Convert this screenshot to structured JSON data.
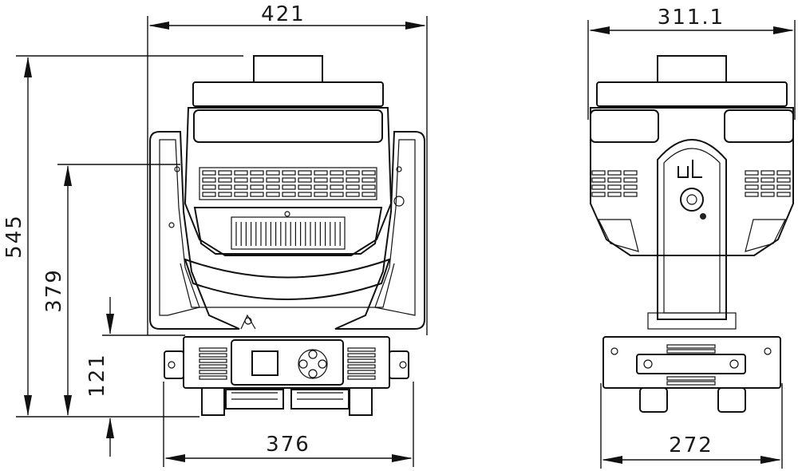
{
  "diagram": {
    "dimensions": {
      "front_width": "421",
      "front_height_total": "545",
      "front_height_arm": "379",
      "front_height_base": "121",
      "front_base_width": "376",
      "side_width": "311.1",
      "side_base_width": "272"
    },
    "views": [
      "front-view",
      "side-view"
    ],
    "colors": {
      "line": "#111111",
      "background": "#ffffff"
    }
  }
}
